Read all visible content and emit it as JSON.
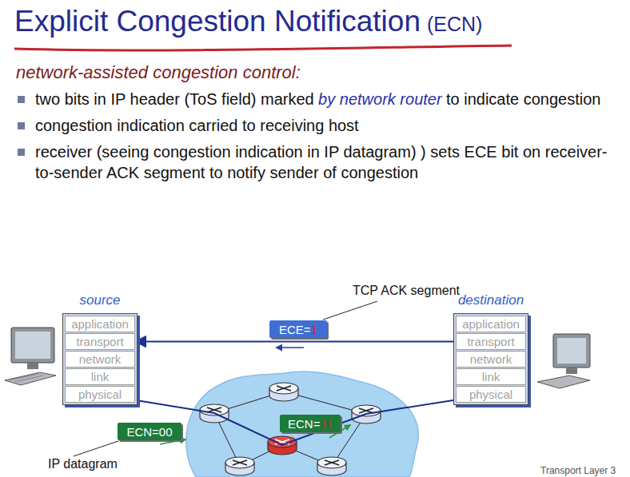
{
  "diagram": {
    "title": "Explicit Congestion Notification",
    "nodes": [
      {
        "text": [
          "source"
        ]
      },
      {
        "text": [
          "application"
        ],
        "in": 0
      },
      {
        "text": [
          "transport"
        ],
        "in": 0
      },
      {
        "text": [
          "network"
        ],
        "in": 0
      },
      {
        "text": [
          "link"
        ],
        "in": 0
      },
      {
        "text": [
          "physical"
        ],
        "in": 0
      },
      {
        "text": [
          "destination"
        ]
      },
      {
        "text": [
          "application"
        ],
        "in": 6
      },
      {
        "text": [
          "transport"
        ],
        "in": 6
      },
      {
        "text": [
          "network"
        ],
        "in": 6
      },
      {
        "text": [
          "link"
        ],
        "in": 6
      },
      {
        "text": [
          "physical"
        ],
        "in": 6
      },
      {
        "text": [
          "ECE=",
          "1"
        ]
      },
      {
        "text": [
          "ECN=00"
        ]
      },
      {
        "text": [
          "ECN=",
          "11"
        ]
      }
    ],
    "edges": [
      {
        "from": 8,
        "to": 2,
        "arrow": "to"
      },
      {
        "from": 5,
        "to": 11,
        "arrow": "none"
      }
    ],
    "labels": [
      "(ECN)",
      "network-assisted congestion control:",
      "two bits in IP header (ToS field) marked",
      "by network router",
      "to indicate congestion",
      "congestion indication carried to receiving host",
      "receiver (seeing congestion indication in IP datagram) ) sets ECE bit on receiver-to-sender ACK segment to notify sender of congestion",
      "TCP ACK segment",
      "IP datagram",
      "Transport Layer 3"
    ]
  }
}
